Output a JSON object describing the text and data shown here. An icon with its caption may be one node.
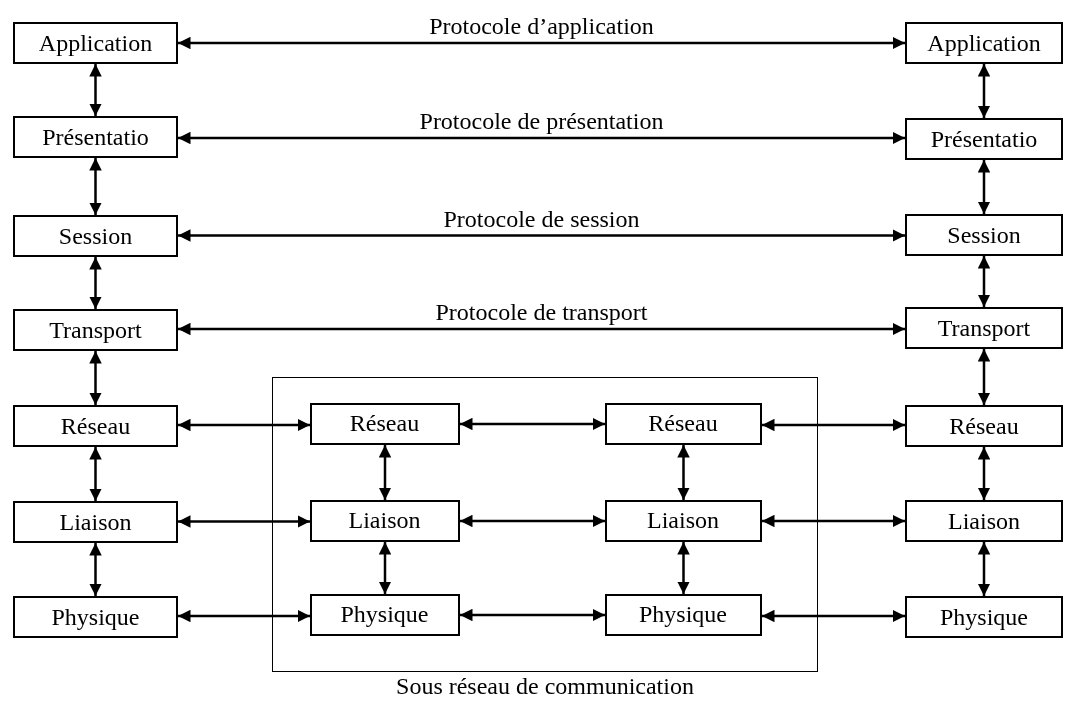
{
  "diagram": {
    "nodes": [
      {
        "text": [
          "Application"
        ]
      },
      {
        "text": [
          "Présentatio"
        ]
      },
      {
        "text": [
          "Session"
        ]
      },
      {
        "text": [
          "Transport"
        ]
      },
      {
        "text": [
          "Réseau"
        ]
      },
      {
        "text": [
          "Liaison"
        ]
      },
      {
        "text": [
          "Physique"
        ]
      },
      {
        "text": [
          "Sous réseau de communication"
        ]
      },
      {
        "text": [
          "Réseau"
        ],
        "in": 7
      },
      {
        "text": [
          "Liaison"
        ],
        "in": 7
      },
      {
        "text": [
          "Physique"
        ],
        "in": 7
      },
      {
        "text": [
          "Réseau"
        ],
        "in": 7
      },
      {
        "text": [
          "Liaison"
        ],
        "in": 7
      },
      {
        "text": [
          "Physique"
        ],
        "in": 7
      },
      {
        "text": [
          "Application"
        ]
      },
      {
        "text": [
          "Présentatio"
        ]
      },
      {
        "text": [
          "Session"
        ]
      },
      {
        "text": [
          "Transport"
        ]
      },
      {
        "text": [
          "Réseau"
        ]
      },
      {
        "text": [
          "Liaison"
        ]
      },
      {
        "text": [
          "Physique"
        ]
      }
    ],
    "edges": [
      {
        "from": 0,
        "to": 14,
        "arrow": "both",
        "label": "Protocole d’application"
      },
      {
        "from": 1,
        "to": 15,
        "arrow": "both",
        "label": "Protocole de présentation"
      },
      {
        "from": 2,
        "to": 16,
        "arrow": "both",
        "label": "Protocole de session"
      },
      {
        "from": 3,
        "to": 17,
        "arrow": "both",
        "label": "Protocole de transport"
      },
      {
        "from": 0,
        "to": 1,
        "arrow": "both"
      },
      {
        "from": 1,
        "to": 2,
        "arrow": "both"
      },
      {
        "from": 2,
        "to": 3,
        "arrow": "both"
      },
      {
        "from": 3,
        "to": 4,
        "arrow": "both"
      },
      {
        "from": 4,
        "to": 5,
        "arrow": "both"
      },
      {
        "from": 5,
        "to": 6,
        "arrow": "both"
      },
      {
        "from": 14,
        "to": 15,
        "arrow": "both"
      },
      {
        "from": 15,
        "to": 16,
        "arrow": "both"
      },
      {
        "from": 16,
        "to": 17,
        "arrow": "both"
      },
      {
        "from": 17,
        "to": 18,
        "arrow": "both"
      },
      {
        "from": 18,
        "to": 19,
        "arrow": "both"
      },
      {
        "from": 19,
        "to": 20,
        "arrow": "both"
      },
      {
        "from": 8,
        "to": 9,
        "arrow": "both"
      },
      {
        "from": 9,
        "to": 10,
        "arrow": "both"
      },
      {
        "from": 11,
        "to": 12,
        "arrow": "both"
      },
      {
        "from": 12,
        "to": 13,
        "arrow": "both"
      },
      {
        "from": 4,
        "to": 8,
        "arrow": "both"
      },
      {
        "from": 8,
        "to": 11,
        "arrow": "both"
      },
      {
        "from": 11,
        "to": 18,
        "arrow": "both"
      },
      {
        "from": 5,
        "to": 9,
        "arrow": "both"
      },
      {
        "from": 9,
        "to": 12,
        "arrow": "both"
      },
      {
        "from": 12,
        "to": 19,
        "arrow": "both"
      },
      {
        "from": 6,
        "to": 10,
        "arrow": "both"
      },
      {
        "from": 10,
        "to": 13,
        "arrow": "both"
      },
      {
        "from": 13,
        "to": 20,
        "arrow": "both"
      }
    ]
  }
}
